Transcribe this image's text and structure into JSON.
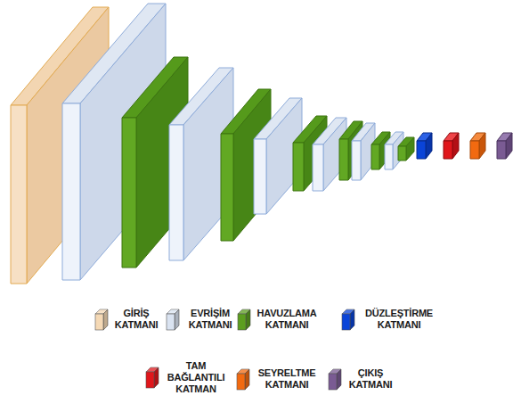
{
  "diagram": {
    "legend": [
      {
        "text": "GİRİŞ KATMANI",
        "color": "#f5d9b5"
      },
      {
        "text": "EVRİŞİM KATMANI",
        "color": "#dae3f1"
      },
      {
        "text": "HAVUZLAMA KATMANI",
        "color": "#5c9e1f"
      },
      {
        "text": "DÜZLEŞTİRME KATMANI",
        "color": "#0a44d8"
      },
      {
        "text": "TAM BAĞLANTILI KATMAN",
        "color": "#e0161b"
      },
      {
        "text": "SEYRELTME KATMANI",
        "color": "#f26a10"
      },
      {
        "text": "ÇIKIŞ KATMANI",
        "color": "#7a5b93"
      }
    ]
  }
}
